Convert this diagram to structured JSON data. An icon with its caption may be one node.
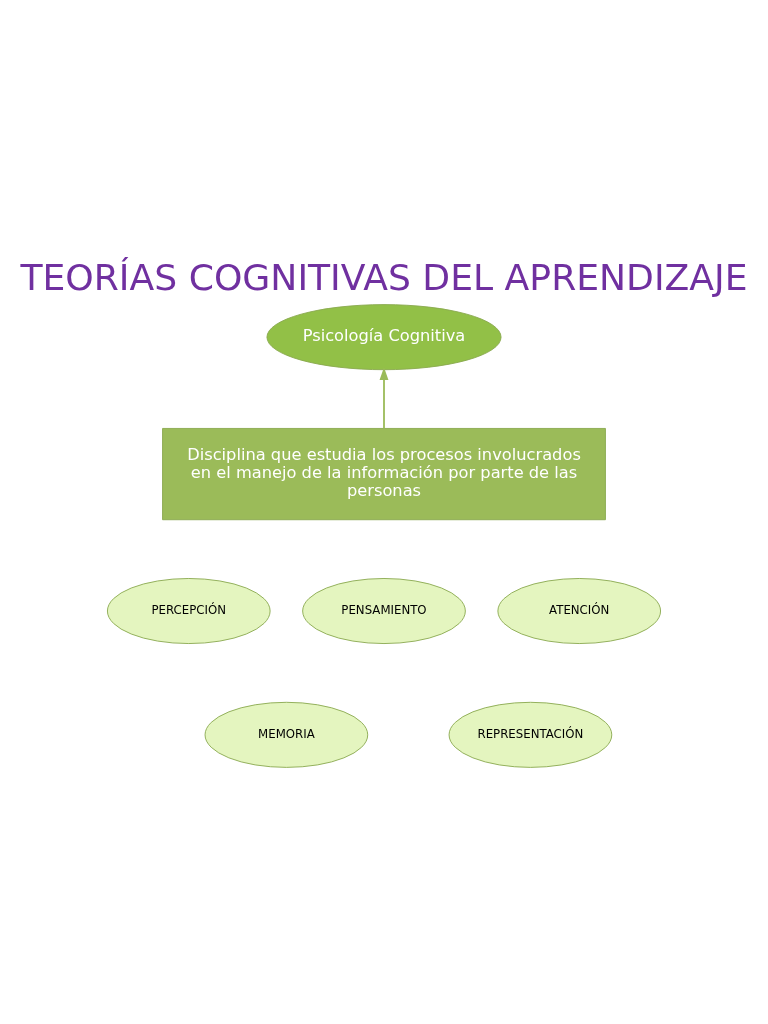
{
  "diagram": {
    "title": "TEORÍAS COGNITIVAS DEL APRENDIZAJE",
    "nodes": [
      {
        "text": [
          "Psicología Cognitiva"
        ]
      },
      {
        "text": [
          "Disciplina que estudia los procesos involucrados en el manejo de la información por parte de las personas"
        ]
      },
      {
        "text": [
          "PERCEPCIÓN"
        ]
      },
      {
        "text": [
          "PENSAMIENTO"
        ]
      },
      {
        "text": [
          "ATENCIÓN"
        ]
      },
      {
        "text": [
          "MEMORIA"
        ]
      },
      {
        "text": [
          "REPRESENTACIÓN"
        ]
      }
    ],
    "edges": [
      {
        "from": 1,
        "to": 0,
        "arrow": "to"
      }
    ]
  }
}
